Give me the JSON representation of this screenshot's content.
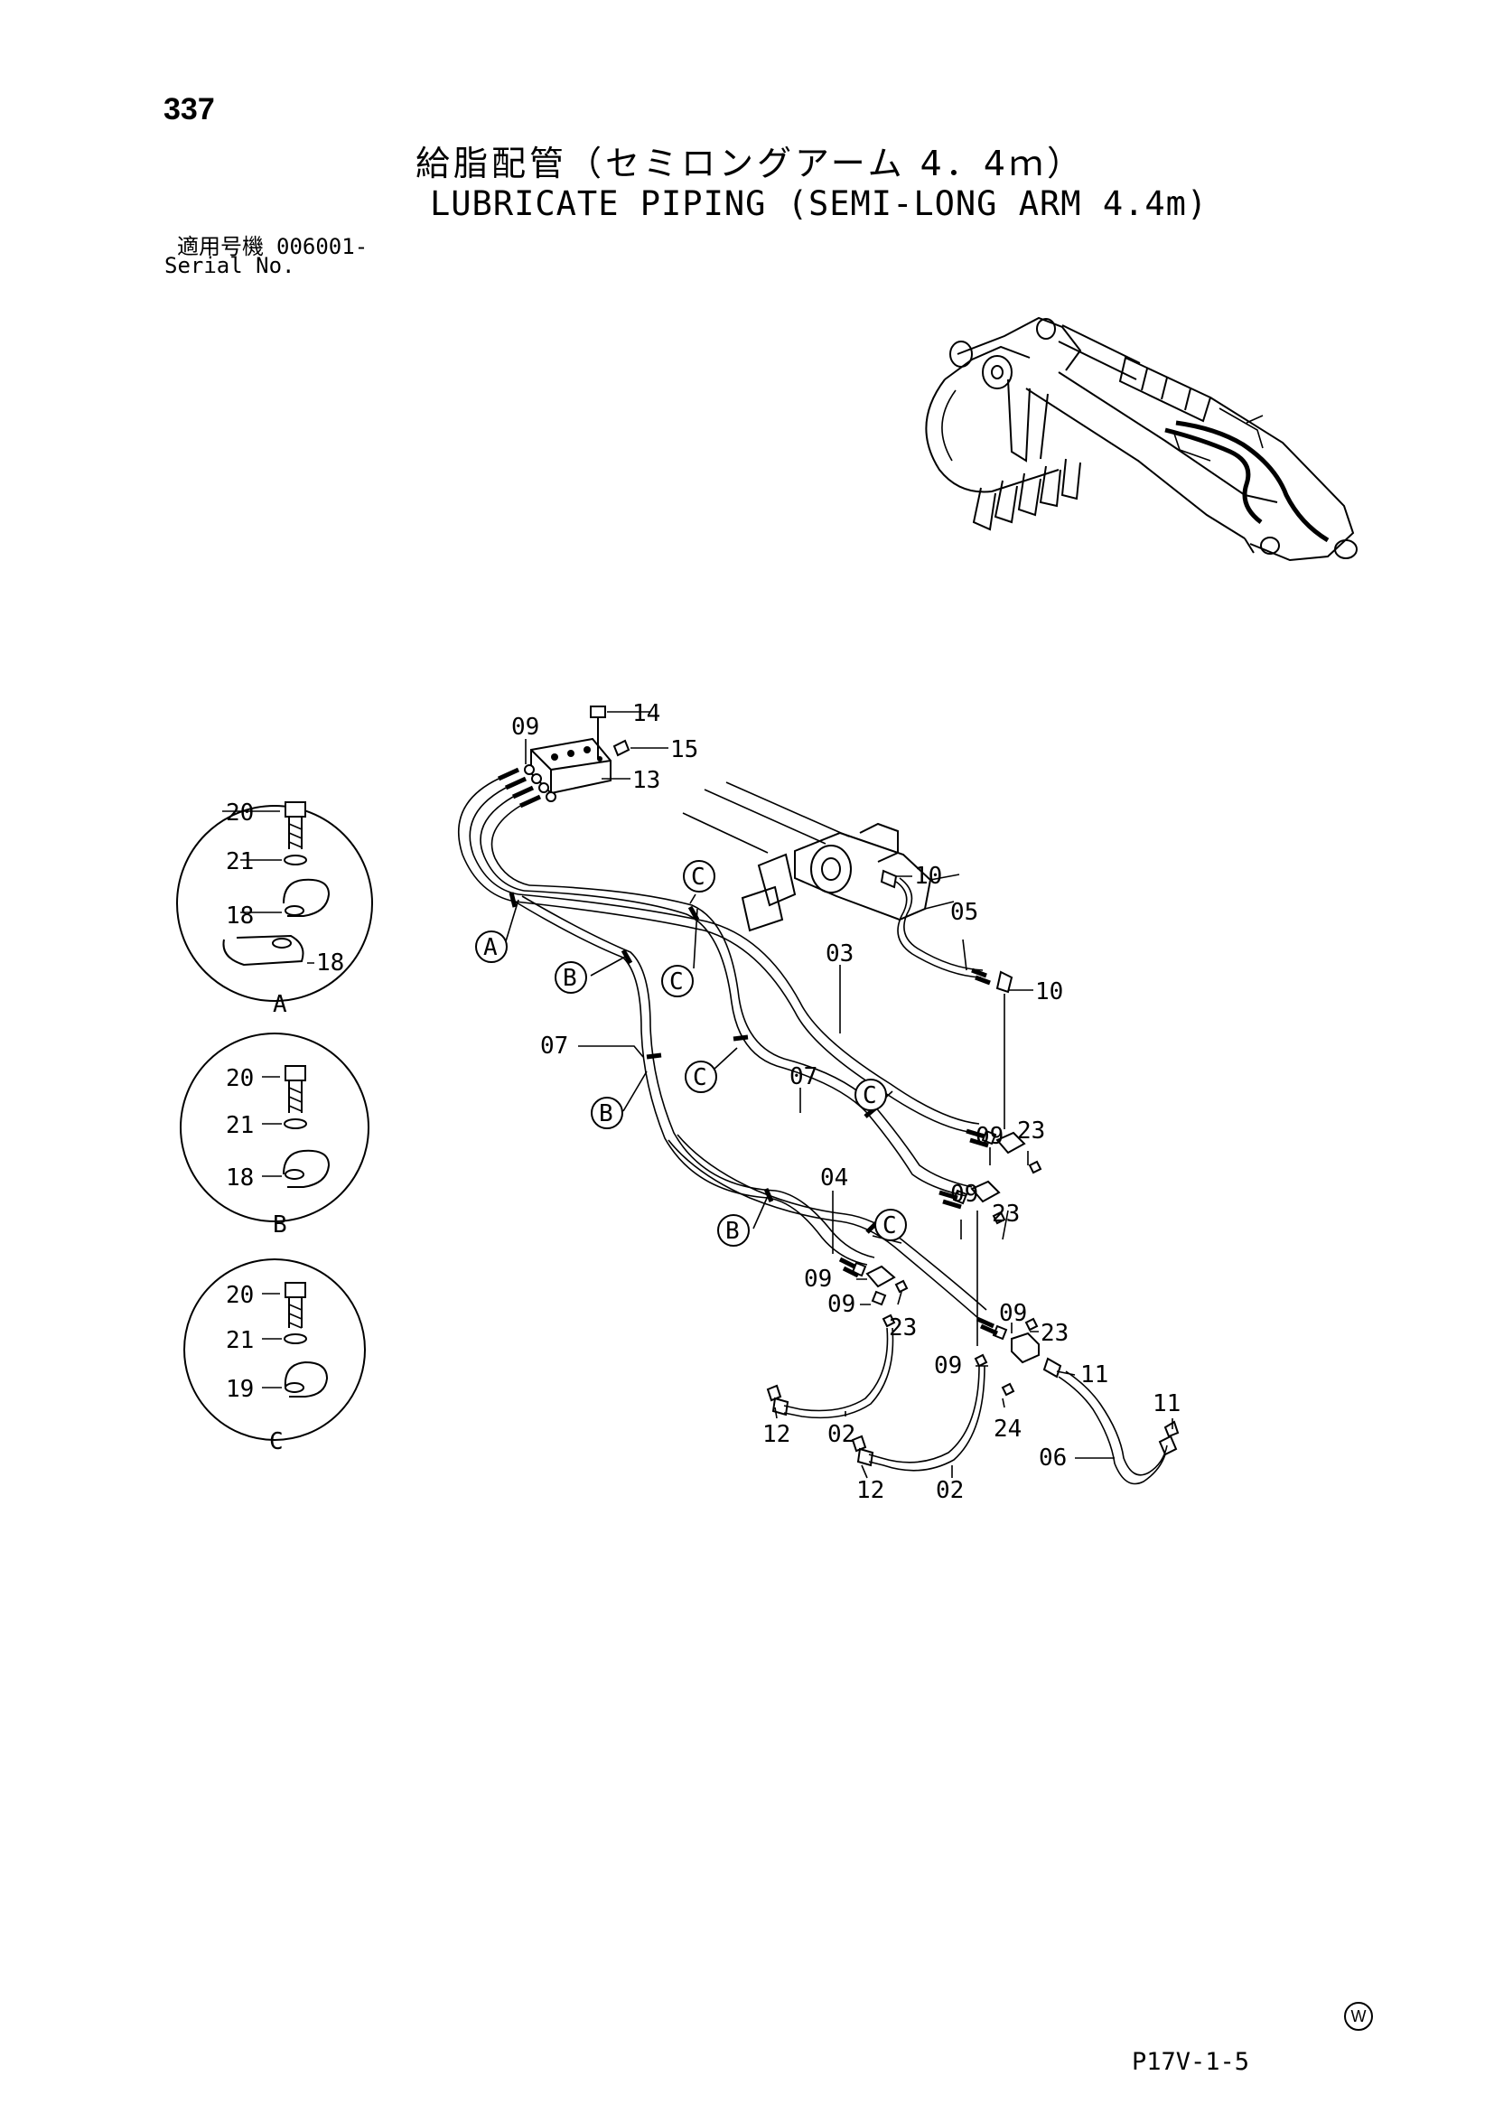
{
  "page": {
    "number": "337",
    "title_jp": "給脂配管（セミロングアーム 4．4ｍ）",
    "title_en": "LUBRICATE PIPING (SEMI-LONG ARM 4.4m)",
    "serial_label_jp": "適用号機",
    "serial_value": "006001-",
    "serial_label_en": "Serial No.",
    "mark": "W",
    "reference": "P17V-1-5"
  },
  "detail_views": [
    {
      "letter": "A",
      "parts": [
        "20",
        "21",
        "18",
        "18"
      ]
    },
    {
      "letter": "B",
      "parts": [
        "20",
        "21",
        "18"
      ]
    },
    {
      "letter": "C",
      "parts": [
        "20",
        "21",
        "19"
      ]
    }
  ],
  "callouts": {
    "clamp_markers": [
      "A",
      "B",
      "B",
      "B",
      "C",
      "C",
      "C",
      "C",
      "C"
    ],
    "part_labels": [
      "09",
      "14",
      "15",
      "13",
      "10",
      "05",
      "03",
      "10",
      "07",
      "07",
      "09",
      "23",
      "04",
      "09",
      "23",
      "09",
      "09",
      "23",
      "09",
      "23",
      "09",
      "11",
      "24",
      "11",
      "12",
      "02",
      "12",
      "02",
      "06"
    ]
  }
}
